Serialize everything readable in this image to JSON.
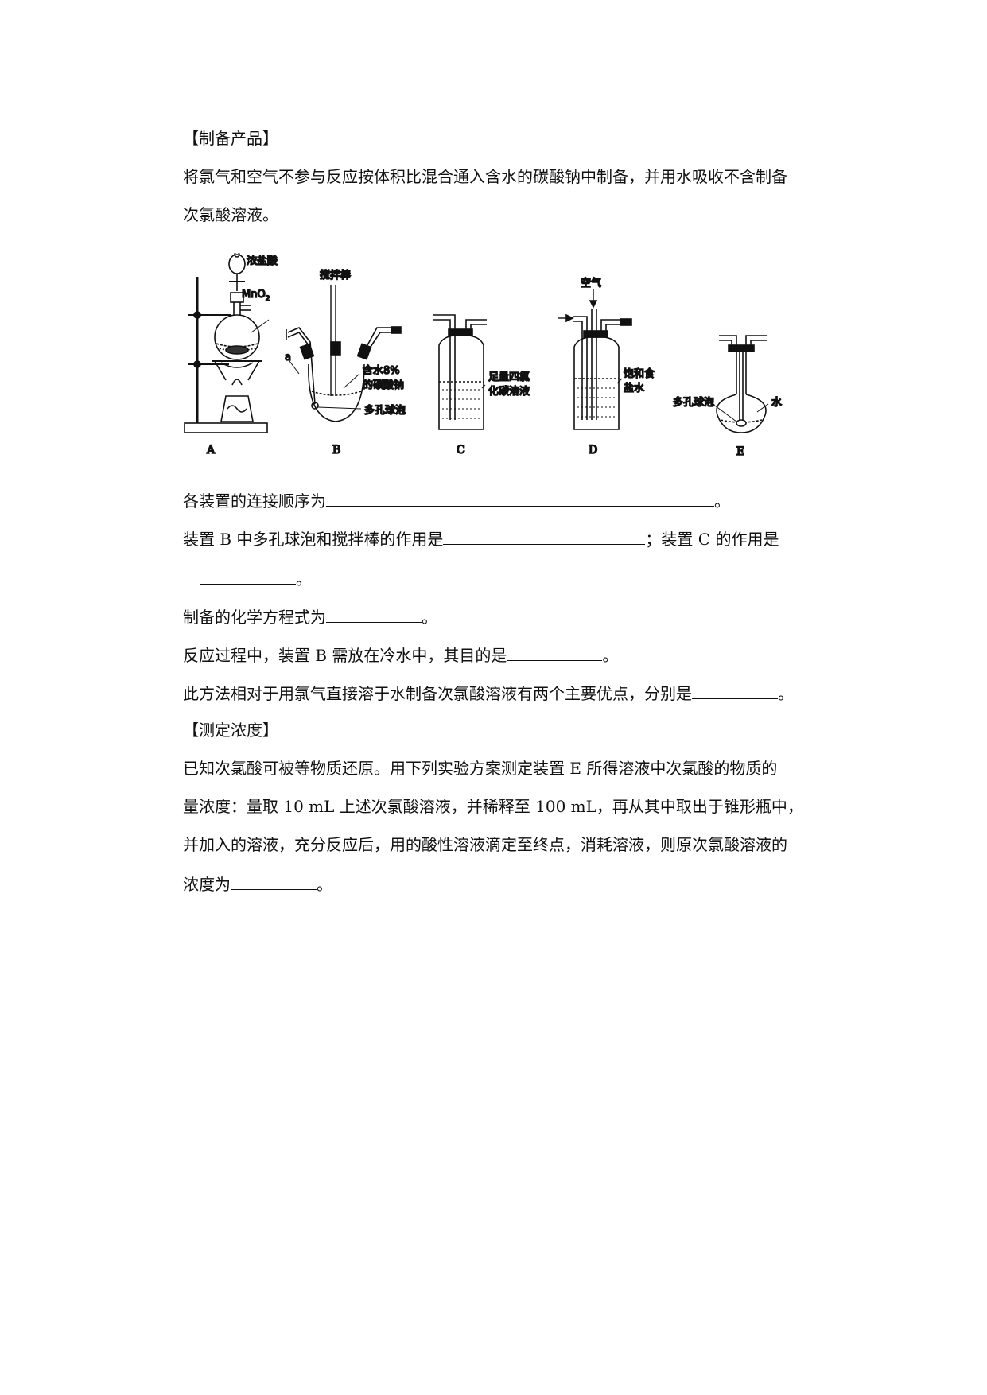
{
  "section1": {
    "title": "【制备产品】",
    "intro_line1": "将氯气和空气不参与反应按体积比混合通入含水的碳酸钠中制备，并用水吸收不含制备",
    "intro_line2": "次氯酸溶液。"
  },
  "figure": {
    "labels": {
      "conc_hcl": "浓盐酸",
      "mno2": "MnO",
      "mno2_sub": "2",
      "stir_rod": "搅拌棒",
      "a_label": "a",
      "b_text1": "含水8%",
      "b_text2": "的碳酸钠",
      "b_bubble": "多孔球泡",
      "c_text1": "足量四氯",
      "c_text2": "化碳溶液",
      "d_air": "空气",
      "d_text1": "饱和食",
      "d_text2": "盐水",
      "e_bubble": "多孔球泡",
      "e_water": "水"
    },
    "captions": [
      "A",
      "B",
      "C",
      "D",
      "E"
    ]
  },
  "questions": {
    "q1_prefix": "各装置的连接顺序为",
    "q1_suffix": "。",
    "q2_part1": "装置 B  中多孔球泡和搅拌棒的作用是",
    "q2_mid": "；装置 C  的作用是",
    "q2_suffix": "。",
    "q3_prefix": "制备的化学方程式为",
    "q3_suffix": "。",
    "q4_prefix": "反应过程中，装置 B 需放在冷水中，其目的是",
    "q4_suffix": "。",
    "q5_prefix": "此方法相对于用氯气直接溶于水制备次氯酸溶液有两个主要优点，分别是",
    "q5_suffix": "。"
  },
  "section2": {
    "title": "【测定浓度】",
    "line1": "已知次氯酸可被等物质还原。用下列实验方案测定装置 E 所得溶液中次氯酸的物质的",
    "line2": "量浓度：量取 10 mL 上述次氯酸溶液，并稀释至 100 mL，再从其中取出于锥形瓶中，",
    "line3": "并加入的溶液，充分反应后，用的酸性溶液滴定至终点，消耗溶液，则原次氯酸溶液的",
    "line4_prefix": "浓度为",
    "line4_suffix": "。"
  }
}
